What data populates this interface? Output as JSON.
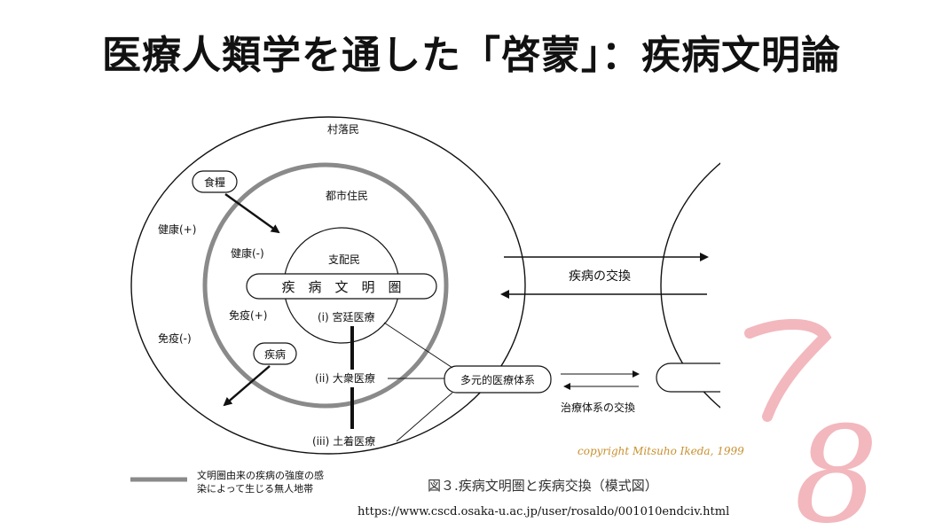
{
  "slide": {
    "title": "医療人類学を通した「啓蒙」：疾病文明論",
    "page_number_a": "7",
    "page_number_b": "8"
  },
  "figure": {
    "outer_ring_label": "村落民",
    "middle_ring_label": "都市住民",
    "inner_circle_label": "支配民",
    "food_label": "食糧",
    "disease_label": "疾病",
    "health_plus": "健康(+)",
    "health_minus": "健康(-)",
    "immunity_plus": "免疫(+)",
    "immunity_minus": "免疫(-)",
    "civilization_band": "疾　病　文　明　圏",
    "medicine_1": "(i) 宮廷医療",
    "medicine_2": "(ii) 大衆医療",
    "medicine_3": "(iii) 土着医療",
    "plural_system": "多元的医療体系",
    "disease_exchange": "疾病の交換",
    "treatment_exchange": "治療体系の交換",
    "legend_line1": "文明圏由来の疾病の強度の感",
    "legend_line2": "染によって生じる無人地帯",
    "caption": "図３.疾病文明圏と疾病交換（模式図）",
    "copyright": "copyright Mitsuho Ikeda, 1999"
  },
  "source_url": "https://www.cscd.osaka-u.ac.jp/user/rosaldo/001010endciv.html",
  "colors": {
    "page_number": "#f2b8bd",
    "copyright": "#c9902f",
    "band": "#8a8a8a"
  }
}
